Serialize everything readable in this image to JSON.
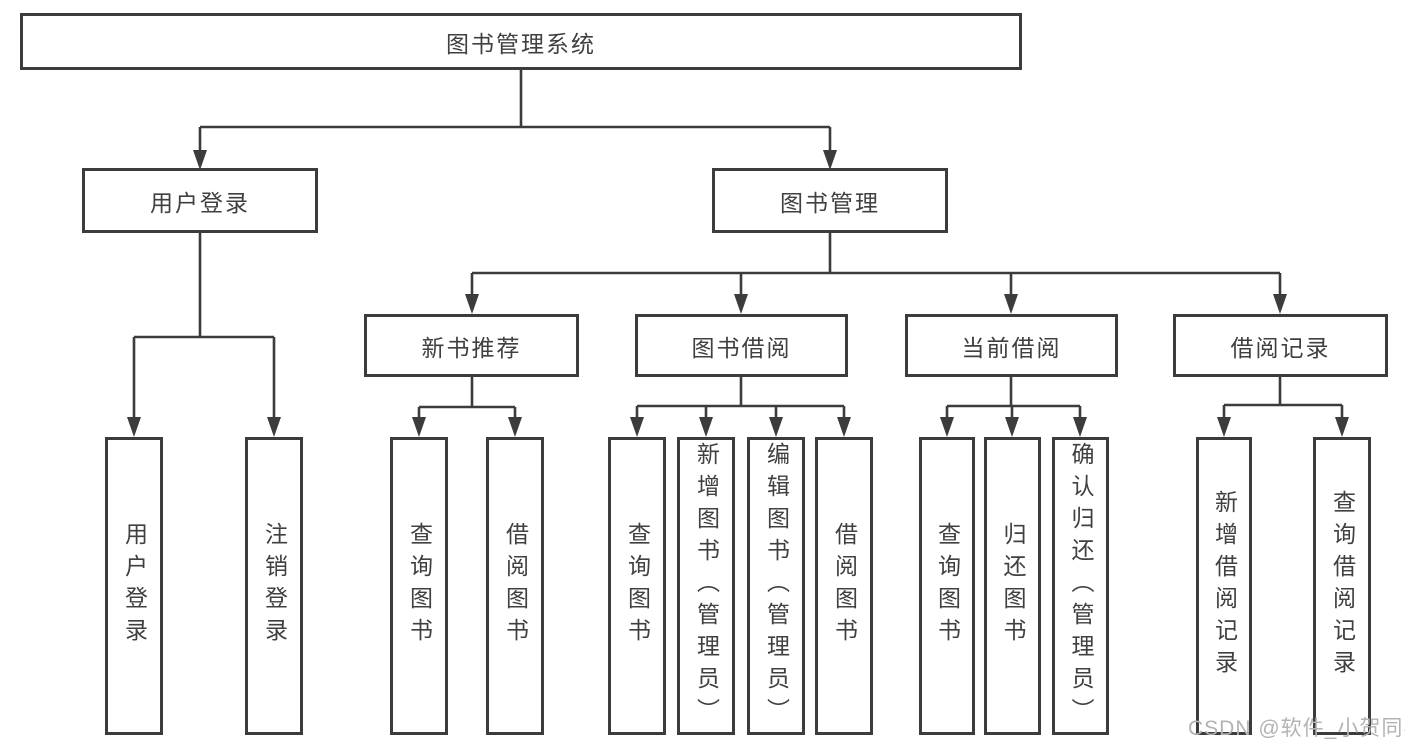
{
  "diagram": {
    "root": {
      "label": "图书管理系统"
    },
    "branches": [
      {
        "label": "用户登录"
      },
      {
        "label": "图书管理"
      }
    ],
    "modules": [
      {
        "label": "新书推荐"
      },
      {
        "label": "图书借阅"
      },
      {
        "label": "当前借阅"
      },
      {
        "label": "借阅记录"
      }
    ],
    "leaves": [
      {
        "label": "用户登录"
      },
      {
        "label": "注销登录"
      },
      {
        "label": "查询图书"
      },
      {
        "label": "借阅图书"
      },
      {
        "label": "查询图书"
      },
      {
        "label": "新增图书（管理员）"
      },
      {
        "label": "编辑图书（管理员）"
      },
      {
        "label": "借阅图书"
      },
      {
        "label": "查询图书"
      },
      {
        "label": "归还图书"
      },
      {
        "label": "确认归还（管理员）"
      },
      {
        "label": "新增借阅记录"
      },
      {
        "label": "查询借阅记录"
      }
    ]
  },
  "watermark": {
    "text": "CSDN @软件_小贺同学"
  },
  "colors": {
    "line": "#3c3c3c",
    "text": "#404040",
    "watermark": "#b3b3b3",
    "background": "#ffffff"
  }
}
